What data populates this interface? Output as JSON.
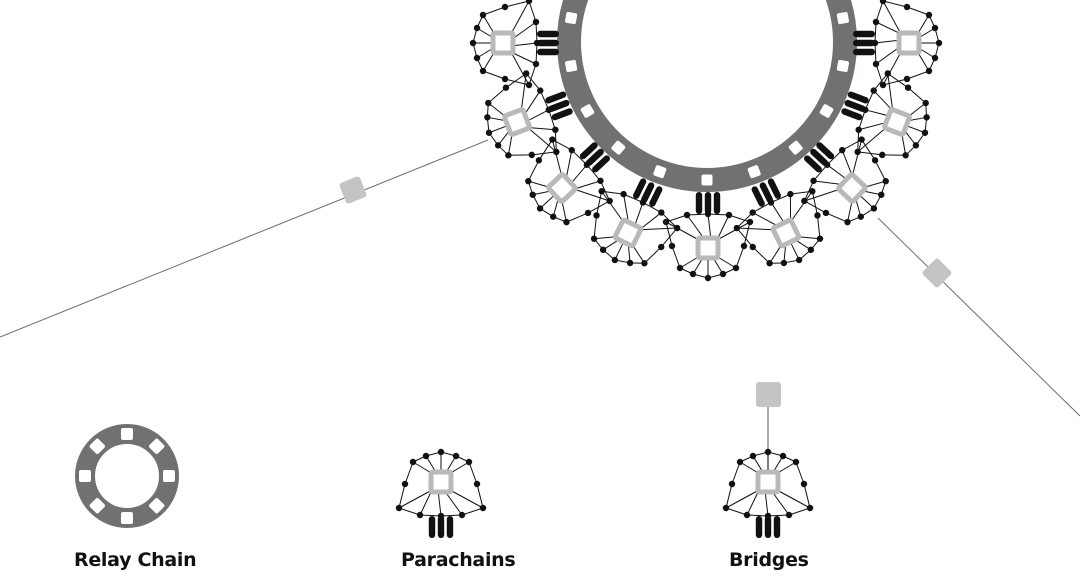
{
  "legend": {
    "relay_chain": "Relay Chain",
    "parachains": "Parachains",
    "bridges": "Bridges"
  },
  "colors": {
    "relay_ring": "#707173",
    "slot": "#ffffff",
    "parachain_node": "#111111",
    "parachain_core": "#b9b9b9",
    "bridge_block": "#c4c4c4",
    "link_line": "#6f6f6f"
  }
}
